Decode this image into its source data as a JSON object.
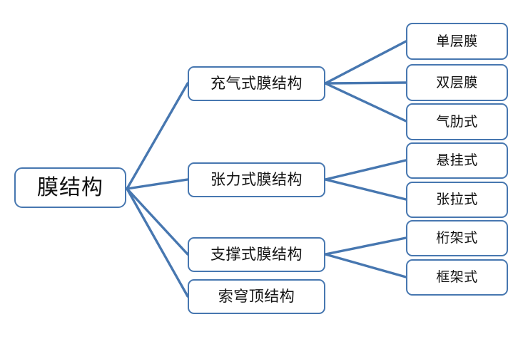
{
  "diagram": {
    "title_node": {
      "id": "root",
      "label": "膜结构"
    },
    "level2": [
      {
        "id": "inflatable",
        "label": "充气式膜结构"
      },
      {
        "id": "tensile",
        "label": "张力式膜结构"
      },
      {
        "id": "supported",
        "label": "支撑式膜结构"
      },
      {
        "id": "cable-dome",
        "label": "索穹顶结构"
      }
    ],
    "level3": [
      {
        "id": "single-layer",
        "label": "单层膜",
        "parent": "inflatable"
      },
      {
        "id": "double-layer",
        "label": "双层膜",
        "parent": "inflatable"
      },
      {
        "id": "air-rib",
        "label": "气肋式",
        "parent": "inflatable"
      },
      {
        "id": "suspended",
        "label": "悬挂式",
        "parent": "tensile"
      },
      {
        "id": "stretched",
        "label": "张拉式",
        "parent": "tensile"
      },
      {
        "id": "truss",
        "label": "桁架式",
        "parent": "supported"
      },
      {
        "id": "frame",
        "label": "框架式",
        "parent": "supported"
      }
    ],
    "colors": {
      "border": "#4777b0",
      "connector": "#4777b0",
      "background": "#ffffff",
      "text": "#111111"
    }
  }
}
